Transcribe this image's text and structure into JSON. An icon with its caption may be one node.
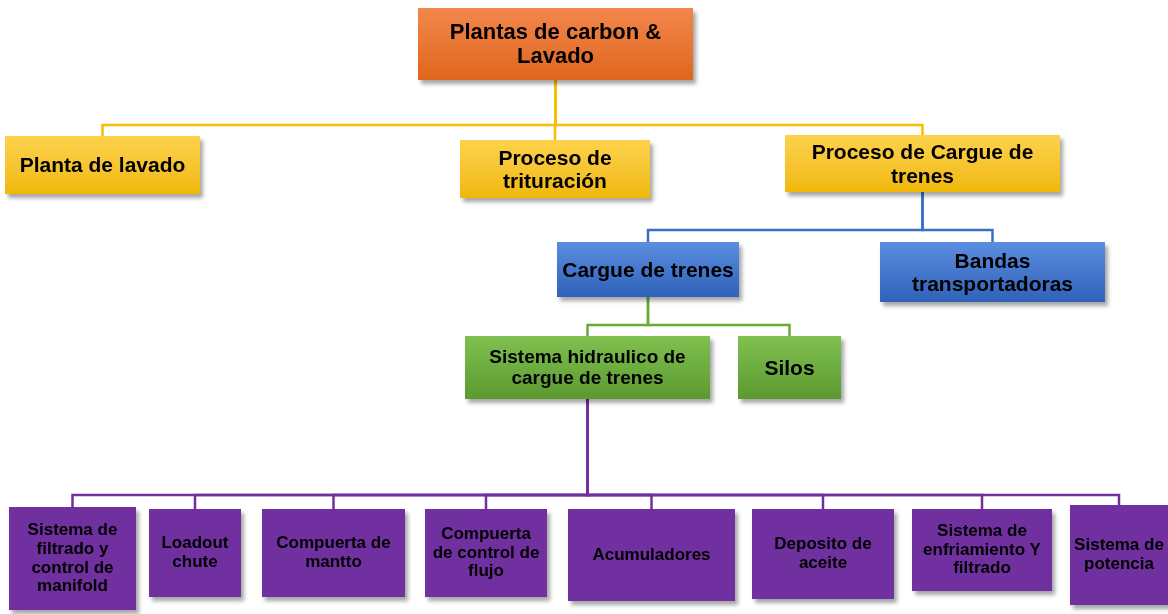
{
  "diagram": {
    "nodes": [
      {
        "text": [
          "Plantas de carbon & Lavado"
        ]
      },
      {
        "text": [
          "Planta de lavado"
        ]
      },
      {
        "text": [
          "Proceso de trituración"
        ]
      },
      {
        "text": [
          "Proceso de Cargue de trenes"
        ]
      },
      {
        "text": [
          "Cargue de trenes"
        ]
      },
      {
        "text": [
          "Bandas transportadoras"
        ]
      },
      {
        "text": [
          "Sistema hidraulico de cargue de trenes"
        ]
      },
      {
        "text": [
          "Silos"
        ]
      },
      {
        "text": [
          "Sistema de filtrado y control de manifold"
        ]
      },
      {
        "text": [
          "Loadout chute"
        ]
      },
      {
        "text": [
          "Compuerta de mantto"
        ]
      },
      {
        "text": [
          "Compuerta de control de flujo"
        ]
      },
      {
        "text": [
          "Acumuladores"
        ]
      },
      {
        "text": [
          "Deposito de aceite"
        ]
      },
      {
        "text": [
          "Sistema de enfriamiento Y filtrado"
        ]
      },
      {
        "text": [
          "Sistema de potencia"
        ]
      }
    ],
    "edges": [
      {
        "from": 0,
        "to": 1,
        "arrow": "none",
        "color": "#f5c000"
      },
      {
        "from": 0,
        "to": 2,
        "arrow": "none",
        "color": "#f5c000"
      },
      {
        "from": 0,
        "to": 3,
        "arrow": "none",
        "color": "#f5c000"
      },
      {
        "from": 3,
        "to": 4,
        "arrow": "none",
        "color": "#3a6fc4"
      },
      {
        "from": 3,
        "to": 5,
        "arrow": "none",
        "color": "#3a6fc4"
      },
      {
        "from": 4,
        "to": 6,
        "arrow": "none",
        "color": "#6aaa3a"
      },
      {
        "from": 4,
        "to": 7,
        "arrow": "none",
        "color": "#6aaa3a"
      },
      {
        "from": 6,
        "to": 8,
        "arrow": "none"
      },
      {
        "from": 6,
        "to": 9,
        "arrow": "none"
      },
      {
        "from": 6,
        "to": 10,
        "arrow": "none"
      },
      {
        "from": 6,
        "to": 11,
        "arrow": "none"
      },
      {
        "from": 6,
        "to": 12,
        "arrow": "none"
      },
      {
        "from": 6,
        "to": 13,
        "arrow": "none"
      },
      {
        "from": 6,
        "to": 14,
        "arrow": "none"
      },
      {
        "from": 6,
        "to": 15,
        "arrow": "none"
      }
    ]
  }
}
